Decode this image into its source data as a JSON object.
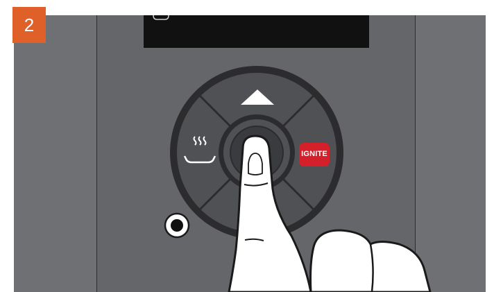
{
  "step": {
    "number": "2"
  },
  "controller": {
    "ignite_label": "IGNITE",
    "icons": {
      "up": "triangle-up-icon",
      "keep_warm": "steam-tray-icon",
      "center": "center-select-button",
      "indicator": "status-indicator-icon"
    }
  },
  "colors": {
    "badge": "#e0602a",
    "ignite": "#d3202a",
    "panel": "#6f7073",
    "ring": "#2c2c2e",
    "dpad": "#505154",
    "finger_fill": "#ffffff",
    "finger_stroke": "#1a1a1a"
  }
}
